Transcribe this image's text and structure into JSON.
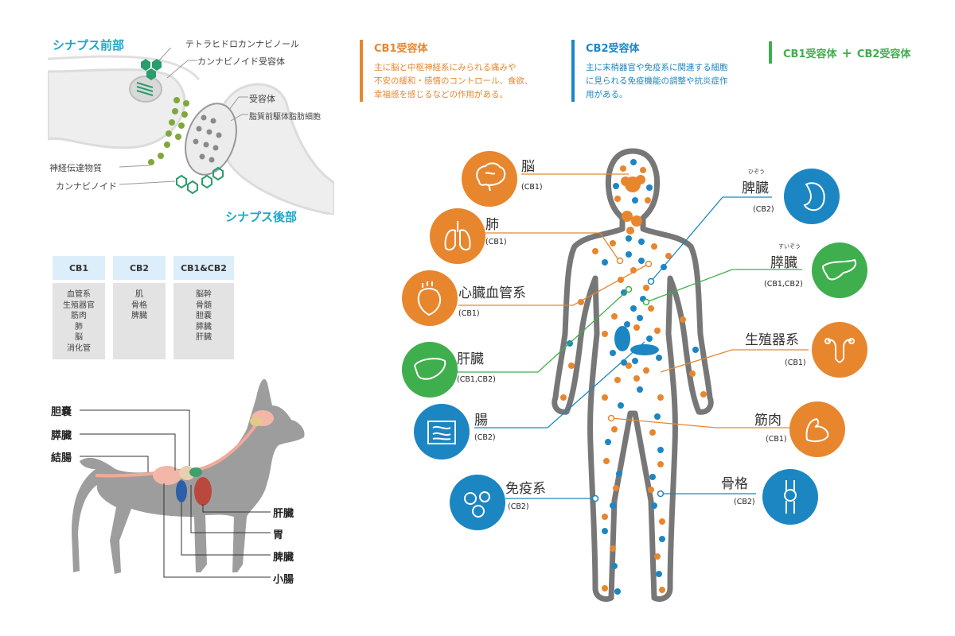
{
  "synapse": {
    "pre_title": "シナプス前部",
    "post_title": "シナプス後部",
    "labels": {
      "thc": "テトラヒドロカンナビノール",
      "cb_receptor": "カンナビノイド受容体",
      "receptor": "受容体",
      "adipocyte": "脂質前駆体脂肪細胞",
      "neurotransmitter": "神経伝達物質",
      "cannabinoid": "カンナビノイド"
    }
  },
  "table": {
    "columns": [
      {
        "header": "CB1",
        "items": [
          "血管系",
          "生殖器官",
          "筋肉",
          "肺",
          "脳",
          "消化管"
        ]
      },
      {
        "header": "CB2",
        "items": [
          "肌",
          "骨格",
          "脾臓"
        ]
      },
      {
        "header": "CB1&CB2",
        "items": [
          "脳幹",
          "骨髄",
          "胆嚢",
          "膵臓",
          "肝臓"
        ]
      }
    ]
  },
  "dog": {
    "left_labels": [
      "胆嚢",
      "膵臓",
      "結腸"
    ],
    "right_labels": [
      "肝臓",
      "胃",
      "脾臓",
      "小腸"
    ]
  },
  "legend": {
    "cb1": {
      "title": "CB1受容体",
      "desc": [
        "主に脳と中枢神経系にみられる痛みや",
        "不安の緩和・感情のコントロール、食欲、",
        "幸福感を感じるなどの作用がある。"
      ]
    },
    "cb2": {
      "title": "CB2受容体",
      "desc": [
        "主に末梢器官や免疫系に関連する細胞",
        "に見られる免疫機能の調整や抗炎症作",
        "用がある。"
      ]
    },
    "both": {
      "title_a": "CB1受容体",
      "plus": "+",
      "title_b": "CB2受容体"
    }
  },
  "colors": {
    "cb1": "#e8862e",
    "cb2": "#1c86c3",
    "both": "#3fae4d",
    "teal": "#1ea7c7",
    "body": "#777777"
  },
  "organs": {
    "brain": {
      "name": "脳",
      "rec": "(CB1)",
      "icon": "brain-icon"
    },
    "lung": {
      "name": "肺",
      "rec": "(CB1)",
      "icon": "lungs-icon"
    },
    "heart": {
      "name": "心臓血管系",
      "rec": "(CB1)",
      "icon": "heart-icon"
    },
    "liver": {
      "name": "肝臓",
      "rec": "(CB1,CB2)",
      "icon": "liver-icon"
    },
    "intestine": {
      "name": "腸",
      "rec": "(CB2)",
      "icon": "intestine-icon"
    },
    "immune": {
      "name": "免疫系",
      "rec": "(CB2)",
      "icon": "immune-cells-icon"
    },
    "spleen": {
      "name": "脾臓",
      "ruby": "ひぞう",
      "rec": "(CB2)",
      "icon": "spleen-icon"
    },
    "pancreas": {
      "name": "膵臓",
      "ruby": "すいぞう",
      "rec": "(CB1,CB2)",
      "icon": "pancreas-icon"
    },
    "repro": {
      "name": "生殖器系",
      "rec": "(CB1)",
      "icon": "reproductive-icon"
    },
    "muscle": {
      "name": "筋肉",
      "rec": "(CB1)",
      "icon": "muscle-icon"
    },
    "bone": {
      "name": "骨格",
      "rec": "(CB2)",
      "icon": "bone-joint-icon"
    }
  }
}
